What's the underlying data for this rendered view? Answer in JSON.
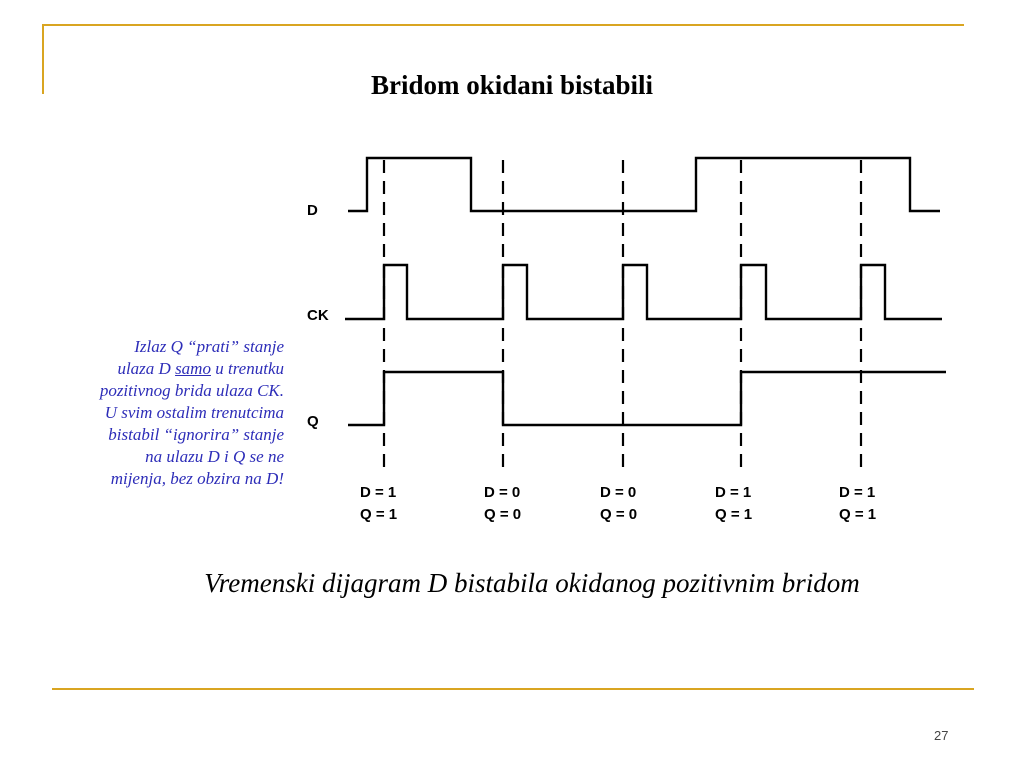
{
  "slide": {
    "title": "Bridom okidani bistabili",
    "caption": "Vremenski dijagram D bistabila okidanog pozitivnim bridom",
    "page_number": "27",
    "accent_color": "#d9a521",
    "note_color": "#2d2db8"
  },
  "note": {
    "line1": "Izlaz Q  “prati” stanje",
    "line2_before": "ulaza D ",
    "line2_underlined": "samo",
    "line2_after": " u trenutku",
    "line3": "pozitivnog brida ulaza CK.",
    "line4": "U svim ostalim trenutcima",
    "line5": "bistabil “ignorira” stanje",
    "line6": "na ulazu D i Q se ne",
    "line7": "mijenja, bez obzira na D!"
  },
  "signals": {
    "d_label": "D",
    "ck_label": "CK",
    "q_label": "Q"
  },
  "edges": [
    {
      "d": "D = 1",
      "q": "Q = 1"
    },
    {
      "d": "D = 0",
      "q": "Q = 0"
    },
    {
      "d": "D = 0",
      "q": "Q = 0"
    },
    {
      "d": "D = 1",
      "q": "Q = 1"
    },
    {
      "d": "D = 1",
      "q": "Q = 1"
    }
  ]
}
